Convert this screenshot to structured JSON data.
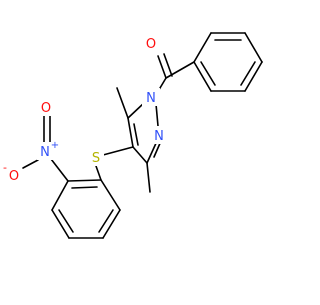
{
  "molecule": {
    "atoms": [
      {
        "id": "O_carbonyl",
        "symbol": "O",
        "color": "#ff0d0d"
      },
      {
        "id": "N1",
        "symbol": "N",
        "color": "#3050f8"
      },
      {
        "id": "N2",
        "symbol": "N",
        "color": "#3050f8"
      },
      {
        "id": "S",
        "symbol": "S",
        "color": "#b4b400"
      },
      {
        "id": "N_nitro",
        "symbol": "N",
        "charge": "+",
        "color": "#3050f8"
      },
      {
        "id": "O_nitro_single",
        "symbol": "O",
        "charge": "-",
        "color": "#ff0d0d"
      },
      {
        "id": "O_nitro_double",
        "symbol": "O",
        "color": "#ff0d0d"
      }
    ]
  }
}
